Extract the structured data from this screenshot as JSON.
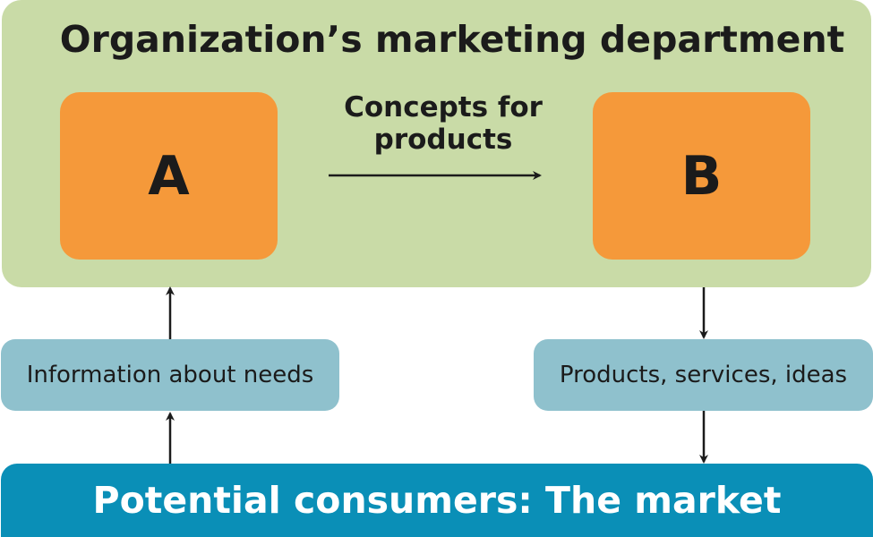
{
  "department": {
    "title": "Organization’s marketing department"
  },
  "boxes": {
    "a_label": "A",
    "b_label": "B"
  },
  "flow": {
    "a_to_b_label": "Concepts for products"
  },
  "feedback": {
    "information_label": "Information about needs",
    "output_label": "Products, services, ideas"
  },
  "market": {
    "label": "Potential consumers: The market"
  },
  "colors": {
    "department_bg": "#c9dba7",
    "stage_box": "#f5993a",
    "flow_box": "#8fc1cd",
    "market_bar": "#0a8fb7",
    "arrow": "#1b1b1b"
  }
}
